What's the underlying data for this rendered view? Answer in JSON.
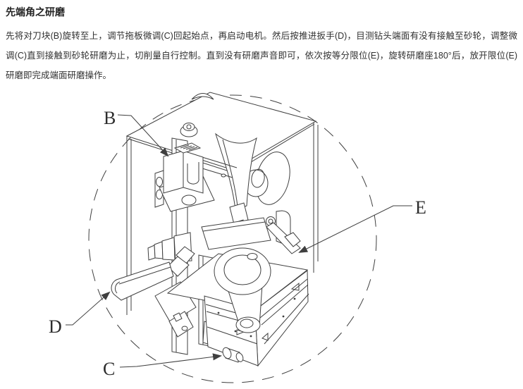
{
  "page": {
    "title": "先端角之研磨",
    "body_text": "先将对刀块(B)旋转至上，调节拖板微调(C)回起始点，再启动电机。然后按推进扳手(D)，目测钻头端面有没有接触至砂轮，调整微调(C)直到接触到砂轮研磨为止，切削量自行控制。直到没有研磨声音即可，依次按等分限位(E)，旋转研磨座180°后，放开限位(E)研磨即完成端面研磨操作。"
  },
  "diagram": {
    "description": "isometric line drawing of drill tip grinding machine inside dashed detail circle",
    "labels": [
      {
        "id": "B",
        "text": "B",
        "points_to": "tool setting block"
      },
      {
        "id": "C",
        "text": "C",
        "points_to": "carriage fine-adjust knob"
      },
      {
        "id": "D",
        "text": "D",
        "points_to": "feed lever handle"
      },
      {
        "id": "E",
        "text": "E",
        "points_to": "indexing stop lever"
      }
    ],
    "colors": {
      "line": "#3f3f3f",
      "text": "#2d2d2d",
      "background": "#ffffff"
    }
  }
}
